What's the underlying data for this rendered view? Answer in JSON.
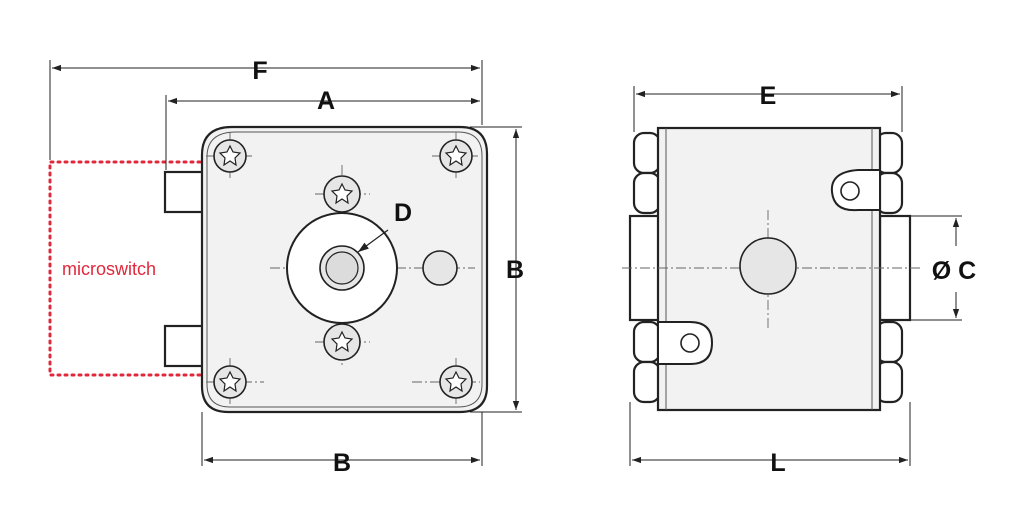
{
  "labels": {
    "F": "F",
    "A_top": "A",
    "B_right": "B",
    "B_bottom": "B",
    "D": "D",
    "E": "E",
    "L": "L",
    "C": "Ø C"
  },
  "note": {
    "text": "microswitch",
    "color": "#e0283c"
  }
}
